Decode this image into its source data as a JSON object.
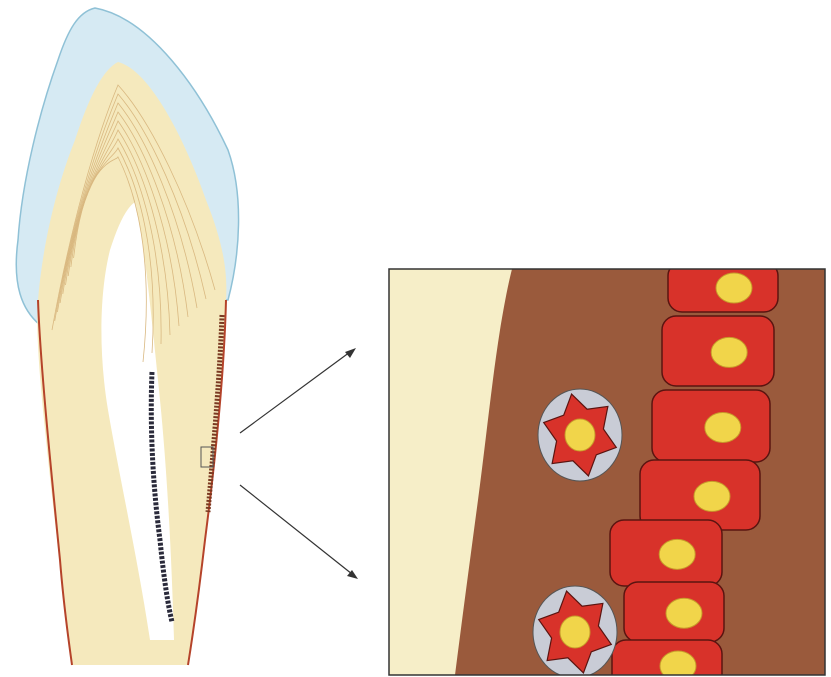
{
  "colors": {
    "background": "#ffffff",
    "enamel": "#d6eaf3",
    "enamel_outline": "#8fc1d6",
    "dentin": "#f5e9bd",
    "dentin_lines": "#d9b880",
    "root_outline": "#b5432a",
    "cementum_band": "#7a3a22",
    "dark_band": "#2a2a3a",
    "panel_border": "#333333",
    "panel_dentin": "#f6eec8",
    "cementum_matrix": "#9a5a3c",
    "cell_red": "#d8322a",
    "cell_outline": "#5a1410",
    "nucleus": "#f1d54a",
    "lacuna": "#c9ccd6",
    "arrow": "#333333"
  },
  "icons": {
    "tooth": "tooth-longitudinal-section",
    "magnifier_box": "detail-frame",
    "cell": "cementoblast-cell",
    "cementocyte": "cementocyte-cell-in-lacuna"
  }
}
